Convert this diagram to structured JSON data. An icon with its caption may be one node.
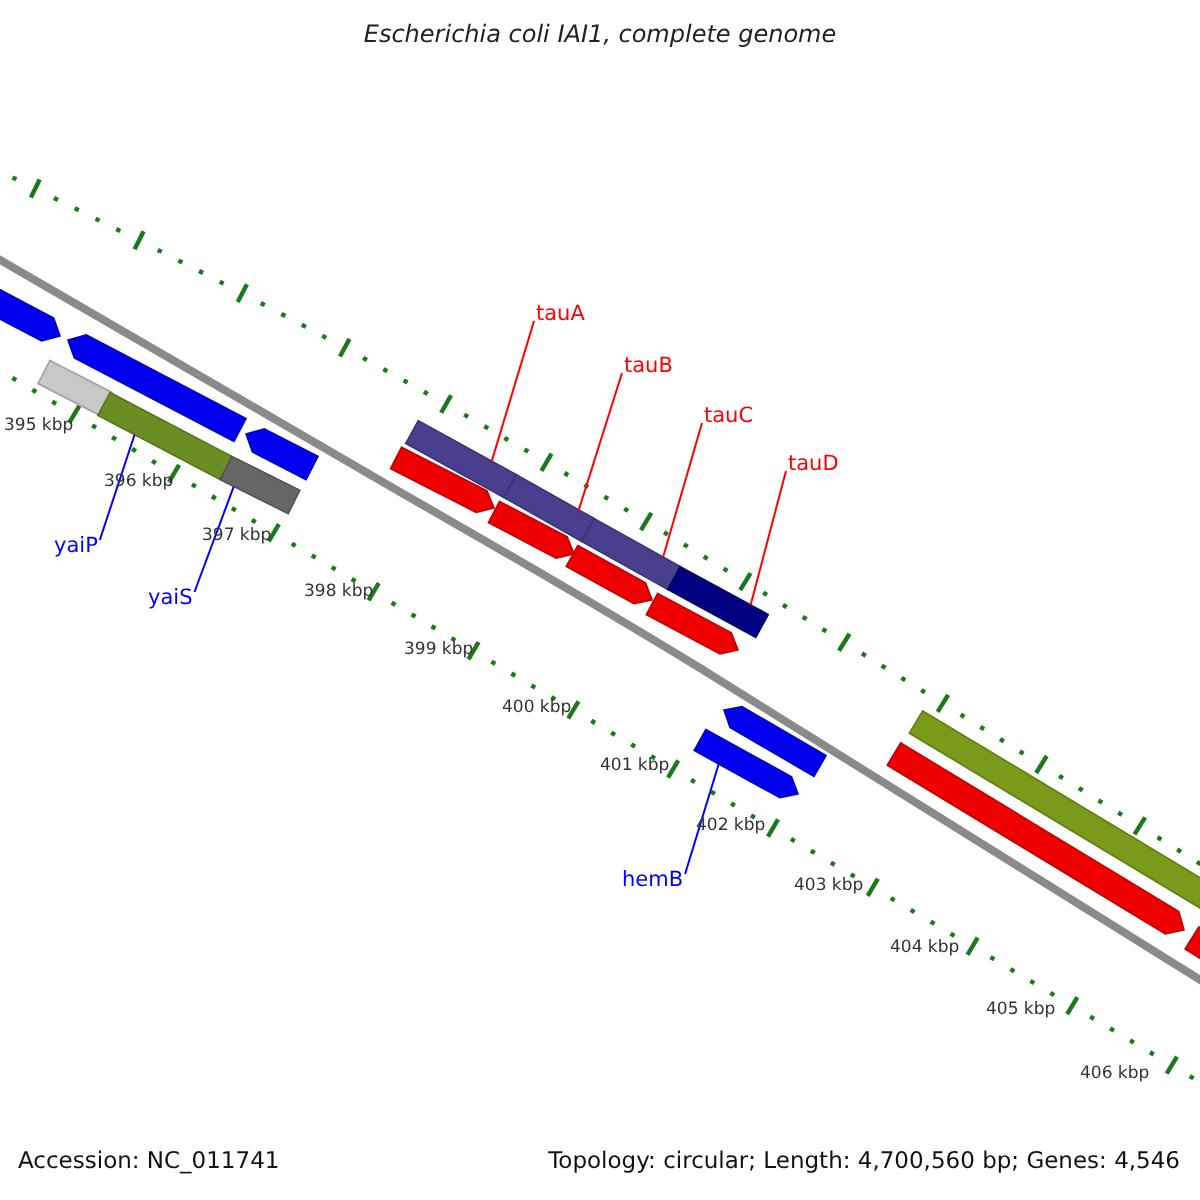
{
  "diagram": {
    "title": "Escherichia coli IAI1, complete genome",
    "nodes": [
      {
        "text": [
          "tauA"
        ]
      },
      {
        "text": [
          "tauB"
        ]
      },
      {
        "text": [
          "tauC"
        ]
      },
      {
        "text": [
          "tauD"
        ]
      },
      {
        "text": [
          "yaiP"
        ]
      },
      {
        "text": [
          "yaiS"
        ]
      },
      {
        "text": [
          "hemB"
        ]
      },
      {
        "text": [],
        "shape": "bar"
      },
      {
        "text": [],
        "shape": "bar"
      },
      {
        "text": [],
        "shape": "bar"
      },
      {
        "text": [],
        "shape": "bar"
      },
      {
        "text": [],
        "shape": "bar"
      },
      {
        "text": [],
        "shape": "bar"
      },
      {
        "text": [],
        "shape": "bar"
      },
      {
        "text": [],
        "shape": "bar"
      },
      {
        "text": [],
        "shape": "bar"
      },
      {
        "text": [],
        "shape": "bar"
      },
      {
        "text": [],
        "shape": "bar"
      },
      {
        "text": [],
        "shape": "bar"
      },
      {
        "text": [],
        "shape": "bar"
      },
      {
        "text": [],
        "shape": "bar"
      },
      {
        "text": [],
        "shape": "bar"
      },
      {
        "text": [],
        "shape": "bar"
      },
      {
        "text": [],
        "shape": "bar"
      },
      {
        "text": [],
        "shape": "bar"
      },
      {
        "text": [],
        "shape": "bar"
      }
    ],
    "edges": [
      {
        "from": 0,
        "to": 14,
        "arrow": "none"
      },
      {
        "from": 1,
        "to": 16,
        "arrow": "none"
      },
      {
        "from": 2,
        "to": 18,
        "arrow": "none"
      },
      {
        "from": 3,
        "to": 20,
        "arrow": "none"
      },
      {
        "from": 4,
        "to": 10,
        "arrow": "none",
        "color": "#0000ff"
      },
      {
        "from": 5,
        "to": 11,
        "arrow": "none",
        "color": "#0000ff"
      },
      {
        "from": 6,
        "to": 21,
        "arrow": "none",
        "color": "#0000ff"
      }
    ],
    "labels": [
      "395 kbp",
      "396 kbp",
      "397 kbp",
      "398 kbp",
      "399 kbp",
      "400 kbp",
      "401 kbp",
      "402 kbp",
      "403 kbp",
      "404 kbp",
      "405 kbp",
      "406 kbp",
      "Accession: NC_011741",
      "Topology: circular; Length: 4,700,560 bp; Genes: 4,546"
    ]
  }
}
